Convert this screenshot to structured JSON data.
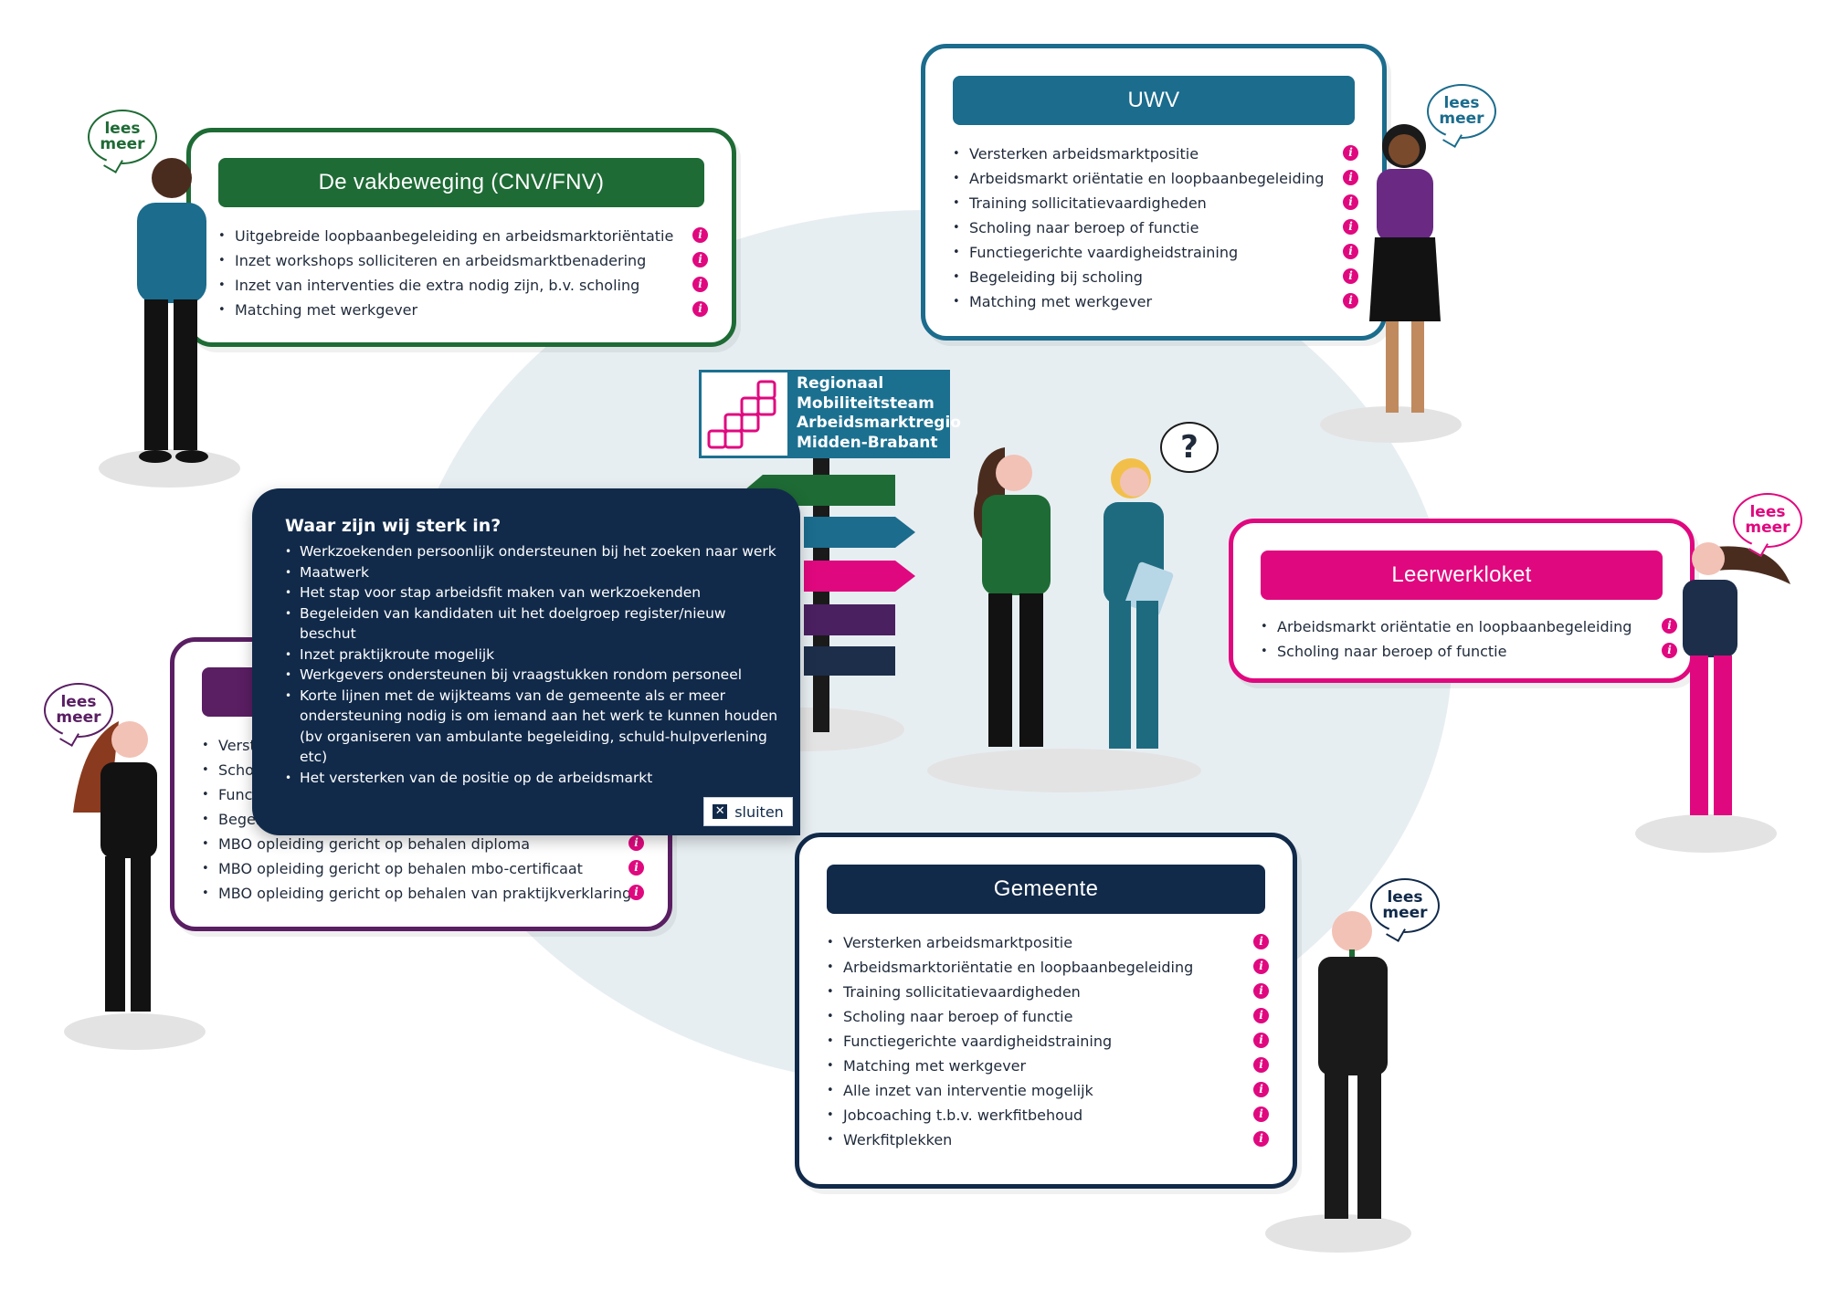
{
  "cnv": {
    "title": "De vakbeweging (CNV/FNV)",
    "items": [
      "Uitgebreide loopbaanbegeleiding en arbeidsmarktoriëntatie",
      "Inzet workshops solliciteren en arbeidsmarktbenadering",
      "Inzet van interventies die extra nodig zijn, b.v. scholing",
      "Matching met werkgever"
    ]
  },
  "uwv": {
    "title": "UWV",
    "items": [
      "Versterken arbeidsmarktpositie",
      "Arbeidsmarkt oriëntatie en loopbaanbegeleiding",
      "Training sollicitatievaardigheden",
      "Scholing naar beroep of functie",
      "Functiegerichte vaardigheidstraining",
      "Begeleiding bij scholing",
      "Matching met werkgever"
    ]
  },
  "leerwerk": {
    "title": "Leerwerkloket",
    "items": [
      "Arbeidsmarkt oriëntatie en loopbaanbegeleiding",
      "Scholing naar beroep of functie"
    ]
  },
  "gemeente": {
    "title": "Gemeente",
    "items": [
      "Versterken arbeidsmarktpositie",
      "Arbeidsmarktoriëntatie en loopbaanbegeleiding",
      "Training sollicitatievaardigheden",
      "Scholing naar beroep of functie",
      "Functiegerichte vaardigheidstraining",
      "Matching met werkgever",
      "Alle inzet van interventie mogelijk",
      "Jobcoaching t.b.v. werkfitbehoud",
      "Werkfitplekken"
    ]
  },
  "mbo": {
    "items": [
      "Verste",
      "Scholi",
      "Functi",
      "Begele",
      "MBO opleiding gericht op behalen diploma",
      "MBO opleiding gericht op behalen mbo-certificaat",
      "MBO opleiding gericht op behalen van praktijkverklaring"
    ]
  },
  "popup": {
    "title": "Waar zijn wij sterk in?",
    "items": [
      "Werkzoekenden persoonlijk ondersteunen bij het zoeken naar werk",
      "Maatwerk",
      "Het stap voor stap arbeidsfit maken van werkzoekenden",
      "Begeleiden van kandidaten uit het doelgroep register/nieuw beschut",
      "Inzet praktijkroute mogelijk",
      "Werkgevers ondersteunen bij vraagstukken rondom personeel",
      "Korte lijnen met de wijkteams van de gemeente als er meer ondersteuning nodig is om iemand aan het werk te kunnen houden (bv organiseren van ambulante begeleiding, schuld-hulpverlening etc)",
      "Het versterken van de positie op de arbeidsmarkt"
    ],
    "close_label": "sluiten",
    "close_icon": "close-icon"
  },
  "logo": {
    "lines": [
      "Regionaal",
      "Mobiliteitsteam",
      "Arbeidsmarktregio",
      "Midden-Brabant"
    ]
  },
  "bubble": {
    "line1": "lees",
    "line2": "meer"
  },
  "question": "?",
  "colors": {
    "cnv": "#1e6b35",
    "uwv": "#1b6c8d",
    "leerwerk": "#e0087f",
    "gemeente": "#112a4a",
    "mbo": "#5a1e63",
    "info": "#e0087f"
  }
}
